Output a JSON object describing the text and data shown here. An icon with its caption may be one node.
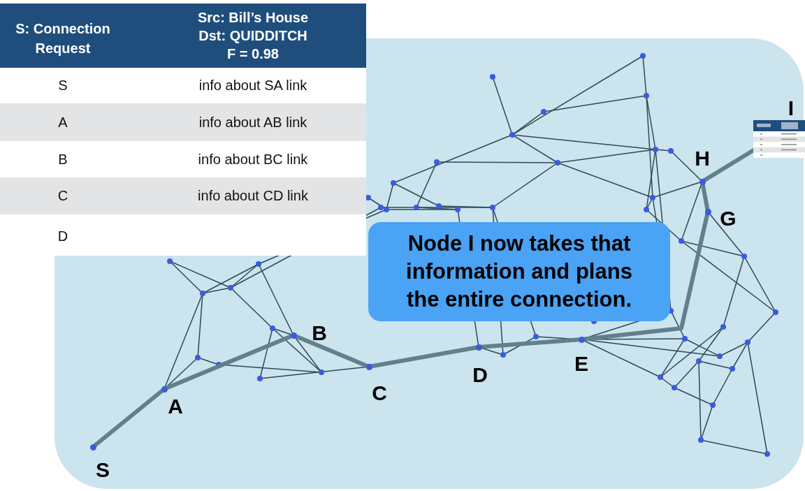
{
  "diagram": {
    "nodes": [
      {
        "text": [
          "S"
        ]
      },
      {
        "text": [
          "A"
        ]
      },
      {
        "text": [
          "B"
        ]
      },
      {
        "text": [
          "C"
        ]
      },
      {
        "text": [
          "D"
        ]
      },
      {
        "text": [
          "E"
        ]
      },
      {
        "text": [
          "G"
        ]
      },
      {
        "text": [
          "H"
        ]
      },
      {
        "text": [
          "I"
        ]
      },
      {
        "text": [
          "Node I now takes that information and plans the entire connection."
        ]
      }
    ],
    "edges": [
      {
        "from": 0,
        "to": 1,
        "arrow": "none"
      },
      {
        "from": 1,
        "to": 2,
        "arrow": "none"
      },
      {
        "from": 2,
        "to": 3,
        "arrow": "none"
      },
      {
        "from": 3,
        "to": 4,
        "arrow": "none"
      },
      {
        "from": 4,
        "to": 5,
        "arrow": "none"
      },
      {
        "from": 5,
        "to": 6,
        "arrow": "none"
      },
      {
        "from": 6,
        "to": 7,
        "arrow": "none"
      },
      {
        "from": 7,
        "to": 8,
        "arrow": "none"
      }
    ],
    "labels": [
      "S: Connection Request",
      "Src: Bill’s House",
      "Dst: QUIDDITCH",
      "F = 0.98",
      "S",
      "info about SA link",
      "A",
      "info about AB link",
      "B",
      "info about BC link",
      "C",
      "info about CD link",
      "D"
    ]
  }
}
